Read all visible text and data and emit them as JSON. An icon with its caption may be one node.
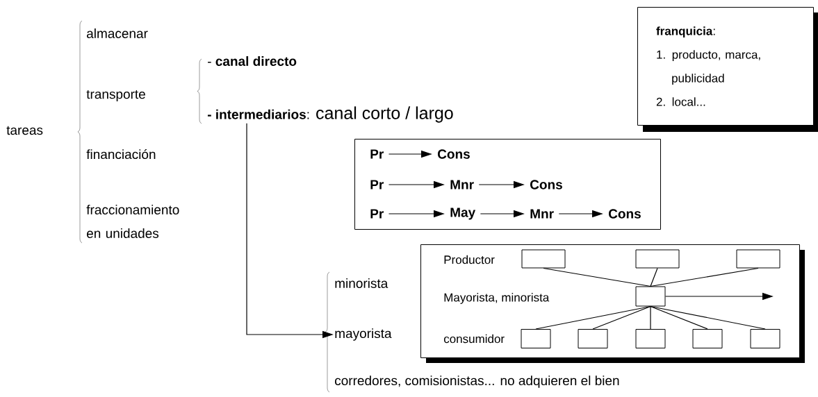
{
  "diagram": {
    "nodes": [
      {
        "text": [
          "**- intermediarios**:",
          "canal corto / largo"
        ]
      },
      {
        "text": [],
        "shape": "box"
      },
      {
        "text": [
          "Pr"
        ],
        "in": 1
      },
      {
        "text": [
          "Cons"
        ],
        "in": 1
      },
      {
        "text": [
          "Pr"
        ],
        "in": 1
      },
      {
        "text": [
          "Mnr"
        ],
        "in": 1
      },
      {
        "text": [
          "Cons"
        ],
        "in": 1
      },
      {
        "text": [
          "Pr"
        ],
        "in": 1
      },
      {
        "text": [
          "May"
        ],
        "in": 1
      },
      {
        "text": [
          "Mnr"
        ],
        "in": 1
      },
      {
        "text": [
          "Cons"
        ],
        "in": 1
      },
      {
        "text": [
          "mayorista"
        ]
      },
      {
        "text": [
          "Productor",
          "Mayorista, minorista",
          "consumidor"
        ]
      },
      {
        "text": [],
        "shape": "box",
        "in": 12
      },
      {
        "text": [],
        "shape": "box",
        "in": 12
      },
      {
        "text": [],
        "shape": "box",
        "in": 12
      },
      {
        "text": [],
        "shape": "box",
        "in": 12
      },
      {
        "text": [],
        "shape": "box",
        "in": 12
      },
      {
        "text": [],
        "shape": "box",
        "in": 12
      },
      {
        "text": [],
        "shape": "box",
        "in": 12
      },
      {
        "text": [],
        "shape": "box",
        "in": 12
      },
      {
        "text": [],
        "shape": "box",
        "in": 12
      },
      {
        "text": [
          "**franquicia**:",
          "1.  producto, marca, publicidad",
          "2.  local..."
        ]
      }
    ],
    "edges": [
      {
        "from": 0,
        "to": 11,
        "arrow": "to"
      },
      {
        "from": 2,
        "to": 3,
        "arrow": "to"
      },
      {
        "from": 4,
        "to": 5,
        "arrow": "to"
      },
      {
        "from": 5,
        "to": 6,
        "arrow": "to"
      },
      {
        "from": 7,
        "to": 8,
        "arrow": "to"
      },
      {
        "from": 8,
        "to": 9,
        "arrow": "to"
      },
      {
        "from": 9,
        "to": 10,
        "arrow": "to"
      },
      {
        "from": 13,
        "to": 16,
        "arrow": "none"
      },
      {
        "from": 14,
        "to": 16,
        "arrow": "none"
      },
      {
        "from": 15,
        "to": 16,
        "arrow": "none"
      },
      {
        "from": 16,
        "to": 17,
        "arrow": "none"
      },
      {
        "from": 16,
        "to": 18,
        "arrow": "none"
      },
      {
        "from": 16,
        "to": 19,
        "arrow": "none"
      },
      {
        "from": 16,
        "to": 20,
        "arrow": "none"
      },
      {
        "from": 16,
        "to": 21,
        "arrow": "none"
      },
      {
        "from": 16,
        "to": null,
        "arrow": "to"
      }
    ],
    "labels": [
      "tareas",
      "almacenar",
      "transporte",
      "- **canal directo**",
      "financiación",
      "fraccionamiento en unidades",
      "minorista",
      "corredores, comisionistas... no adquieren el bien"
    ]
  }
}
